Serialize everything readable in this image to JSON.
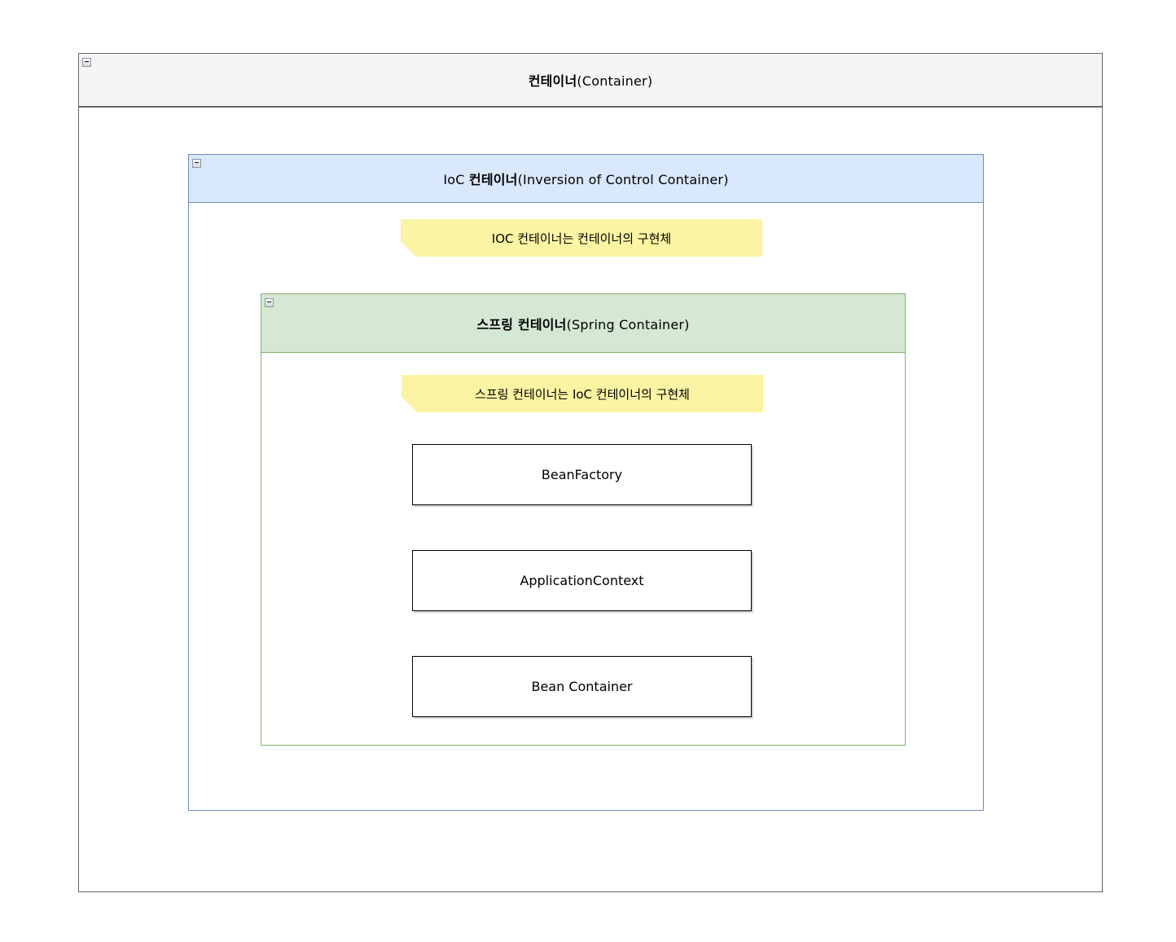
{
  "colors": {
    "outer_border": "#666666",
    "outer_header_fill": "#F5F5F5",
    "ioc_border": "#6C8EBF",
    "ioc_header_fill": "#DAE8FC",
    "spring_border": "#82B366",
    "spring_header_fill": "#D5E8D4",
    "note_fill": "#FBF5A3",
    "note_fold": "#E3DC8E",
    "box_border": "#000000",
    "box_fill": "#FFFFFF"
  },
  "icons": {
    "collapse_glyph": "−"
  },
  "outer_container": {
    "title_bold": "컨테이너",
    "title_rest": "(Container)"
  },
  "ioc_container": {
    "title_prefix": "IoC ",
    "title_bold": "컨테이너",
    "title_rest": "(Inversion of Control Container)",
    "note": "IOC 컨테이너는 컨테이너의 구현체"
  },
  "spring_container": {
    "title_bold": "스프링 컨테이너",
    "title_rest": "(Spring Container)",
    "note": "스프링 컨테이너는 IoC 컨테이너의 구현체",
    "boxes": [
      "BeanFactory",
      "ApplicationContext",
      "Bean Container"
    ]
  }
}
